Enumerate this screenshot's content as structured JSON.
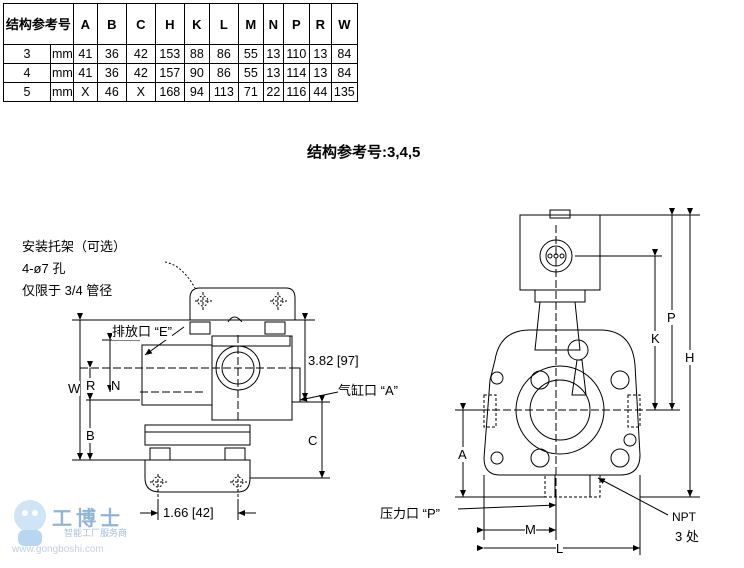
{
  "table": {
    "header_label": "结构参考号",
    "columns": [
      "A",
      "B",
      "C",
      "H",
      "K",
      "L",
      "M",
      "N",
      "P",
      "R",
      "W"
    ],
    "rows": [
      {
        "ref": "3",
        "unit": "mm",
        "values": [
          "41",
          "36",
          "42",
          "153",
          "88",
          "86",
          "55",
          "13",
          "110",
          "13",
          "84"
        ]
      },
      {
        "ref": "4",
        "unit": "mm",
        "values": [
          "41",
          "36",
          "42",
          "157",
          "90",
          "86",
          "55",
          "13",
          "114",
          "13",
          "84"
        ]
      },
      {
        "ref": "5",
        "unit": "mm",
        "values": [
          "X",
          "46",
          "X",
          "168",
          "94",
          "113",
          "71",
          "22",
          "116",
          "44",
          "135"
        ]
      }
    ]
  },
  "caption": "结构参考号:3,4,5",
  "labels": {
    "bracket_line1": "安装托架（可选）",
    "bracket_line2": "4-ø7 孔",
    "bracket_line3": "仅限于 3/4 管径",
    "exhaust": "排放口 “E”",
    "cylinder": "气缸口 “A”",
    "pressure": "压力口 “P”",
    "npt_line1": "NPT",
    "npt_line2": "3 处"
  },
  "dims": {
    "d382": "3.82  [97]",
    "d166": "1.66  [42]",
    "W": "W",
    "R": "R",
    "N": "N",
    "B": "B",
    "C": "C",
    "A": "A",
    "K": "K",
    "P": "P",
    "H": "H",
    "M": "M",
    "L": "L"
  },
  "watermark": {
    "text": "工博士",
    "sub": "智能工厂服务商",
    "url": "www.gongboshi.com"
  }
}
